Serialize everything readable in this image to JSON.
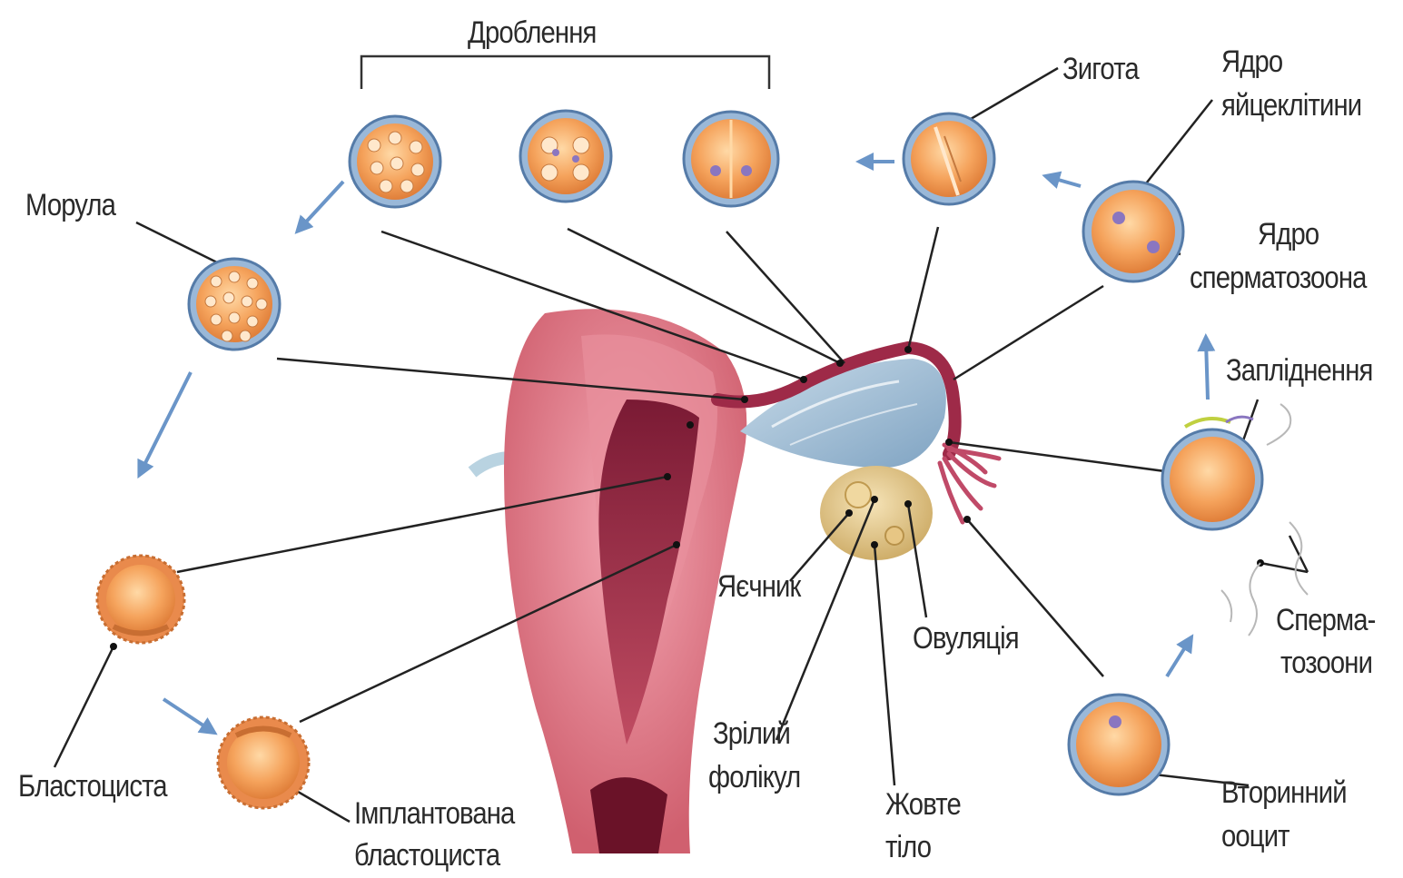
{
  "colors": {
    "cell_fill": "#f5a35c",
    "cell_rim": "#9ab8d8",
    "cell_rim_dark": "#557ba8",
    "uterus": "#e07a8c",
    "uterus_inner": "#a8324e",
    "tube": "#9e2a48",
    "ovary": "#e8cf96",
    "arrow": "#6a95c8",
    "leader": "#222222",
    "text": "#2a2a2a"
  },
  "labels": {
    "cleavage": "Дроблення",
    "zygote": "Зигота",
    "egg_nucleus_1": "Ядро",
    "egg_nucleus_2": "яйцеклітини",
    "morula": "Морула",
    "sperm_nucleus_1": "Ядро",
    "sperm_nucleus_2": "сперматозоона",
    "fertilization": "Запліднення",
    "ovary": "Яєчник",
    "ovulation": "Овуляція",
    "sperm_1": "Сперма-",
    "sperm_2": "тозоони",
    "mature_follicle_1": "Зрілий",
    "mature_follicle_2": "фолікул",
    "corpus_luteum_1": "Жовте",
    "corpus_luteum_2": "тіло",
    "secondary_oocyte_1": "Вторинний",
    "secondary_oocyte_2": "ооцит",
    "blastocyst": "Бластоциста",
    "implanted_1": "Імплантована",
    "implanted_2": "бластоциста"
  }
}
